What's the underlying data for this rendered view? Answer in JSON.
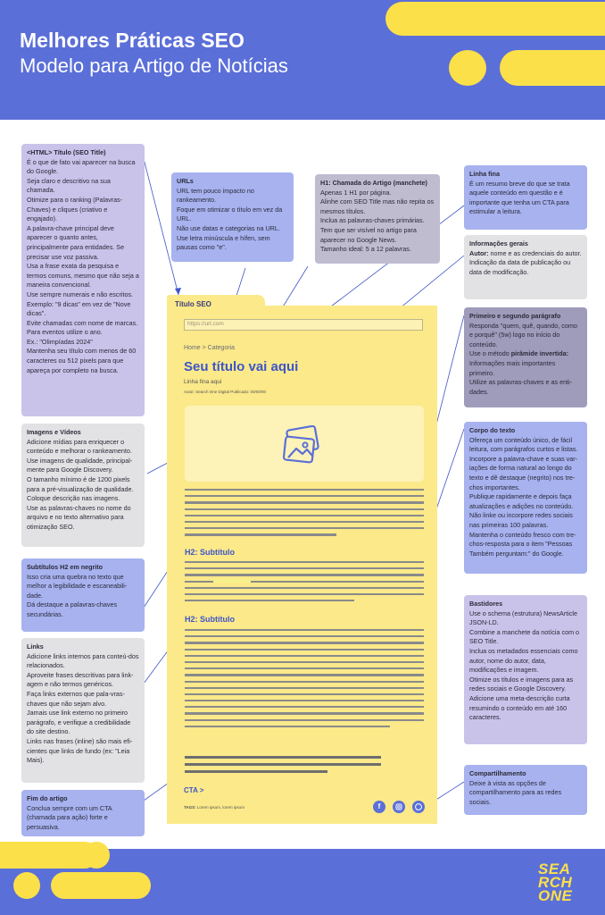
{
  "header": {
    "title": "Melhores Práticas SEO",
    "subtitle": "Modelo para Artigo de Notícias"
  },
  "notes": {
    "seo_title": {
      "heading": "<HTML> Título (SEO Title)",
      "body": "É o que de fato vai aparecer na busca do Google.\nSeja claro e descritivo na sua chamada.\nOtimize para o ranking (Palavras-Chaves) e cliques (criativo e engajado).\nA palavra-chave principal deve aparecer o quanto antes, principalmente para entidades. Se precisar use voz passiva.\nUsa a frase exata da pesquisa e termos comuns, mesmo que não seja a  maneira convencional.\nUse sempre numerais e não escritos. Exemplo: \"9 dicas\" em vez de \"Nove dicas\".\nEvite chamadas com nome de marcas.\nPara eventos utilize o ano.\nEx.: \"Olimpíadas 2024\"\nMantenha seu título com menos de 60 caracteres ou 512 pixels para que apareça por completo na busca."
    },
    "urls": {
      "heading": "URLs",
      "body": "URL tem pouco impacto no rankeamento.\nFoque em otimizar o título em vez da URL.\nNão use datas e categorias na URL.\nUse letra minúscula e hífen, sem pausas como \"e\"."
    },
    "h1": {
      "heading": "H1: Chamada do Artigo (manchete)",
      "body": "Apenas 1 H1 por página.\nAlinhe com SEO Title mas não repita os mesmos títulos.\nInclua as palavras-chaves primárias.\nTem que ser visível no artigo para aparecer no Google News.\nTamanho ideal: 5 a 12 palavras."
    },
    "linha_fina": {
      "heading": "Linha fina",
      "body": "É um resumo breve do que se trata aquele conteúdo em questão e é importante que tenha um CTA para estimular a leitura."
    },
    "info": {
      "heading": "Informações gerais",
      "autor_label": "Autor:",
      "body": " nome e as credenciais do autor.\nIndicação da data de publicação ou data de modificação."
    },
    "paragrafo": {
      "heading": "Primeiro e segundo parágrafo",
      "body1": "Responda \"quem, quê, quando, como e porquê\" (5w) logo no início do conteúdo.\nUse o método ",
      "bold": "pirâmide invertida:",
      "body2": "\nInformações mais importantes primeiro.\nUtilize as palavras-chaves e as enti-dades."
    },
    "imagens": {
      "heading": "Imagens e Vídeos",
      "body": "Adicione mídias para enriquecer o conteúdo e melhorar o rankeamento.\nUse imagens de qualidade, principal-mente para Google Discovery.\nO tamanho mínimo é de 1200 pixels para a pré-visualização de qualidade.\nColoque descrição nas imagens.\nUse as palavras-chaves no nome do arquivo e no texto alternativo para otimização SEO."
    },
    "corpo": {
      "heading": "Corpo do texto",
      "body": "Ofereça um conteúdo único, de fácil leitura, com parágrafos curtos e listas.\nIncorpore a palavra-chave e suas var-iações de forma natural ao longo do texto e dê destaque (negrito) nos tre-chos importantes.\nPublique rapidamente e depois faça atualizações e adições no conteúdo.\nNão linke ou incorpore redes sociais nas primeiras 100 palavras.\nMantenha o conteúdo fresco com tre-chos-resposta para o item \"Pessoas Também perguntam:\" do Google."
    },
    "subtitulos": {
      "heading": "Subtítulos H2 em negrito",
      "body": "Isso cria uma quebra no texto que melhor a legibilidade e escaneabili-dade.\nDá destaque a palavras-chaves secundárias."
    },
    "links": {
      "heading": "Links",
      "body": "Adicione links internos para conteú-dos relacionados.\nAproveite frases descritivas para link-agem e não termos genéricos.\nFaça links externos que pala-vras-chaves que não sejam alvo.\nJamais use link externo no primeiro parágrafo, e verifique a credibilidade do site destino.\nLinks nas frases (inline) são mais efi-cientes que links de fundo (ex: \"Leia Mais)."
    },
    "bastidores": {
      "heading": "Bastidores",
      "body": "Use o schema (estrutura) NewsArticle JSON-LD.\nCombine a manchete da notícia com o SEO Title.\nInclua os metadados essenciais como autor, nome do autor, data, modificações e imagem.\nOtimize os títulos e imagens para as redes sociais e Google Discovery.\nAdicione uma meta-descrição curta resumindo o conteúdo em até 160 caracteres."
    },
    "fim": {
      "heading": "Fim do artigo",
      "body": "Conclua sempre com um CTA (chamada para ação) forte e persuasiva."
    },
    "compart": {
      "heading": "Compartilhamento",
      "body": "Deixe à vista as opções de compartilhamento para as redes sociais."
    }
  },
  "mockup": {
    "tab_label": "Título SEO",
    "url_placeholder": "https://url.com",
    "breadcrumb": "Home > Categoria",
    "article_title": "Seu título vai aqui",
    "lede": "Linha fina aqui",
    "meta": "Autor: Search One Digital     Publicado: 00/00/00",
    "h2_first": "H2: Subtítulo",
    "h2_second": "H2: Subtítulo",
    "cta": "CTA >",
    "tags_label": "TAGS:",
    "tags_text": " Lorem ipsum, lorem ipsum",
    "social": [
      "facebook-icon",
      "instagram-icon",
      "whatsapp-icon"
    ]
  },
  "logo": {
    "line1": "SEA",
    "line2": "RCH",
    "line3": "ONE"
  },
  "colors": {
    "header_blue": "#5b6fd8",
    "accent_yellow": "#fbe04a",
    "panel_yellow": "#fbe98a",
    "title_blue": "#3e55c8"
  }
}
